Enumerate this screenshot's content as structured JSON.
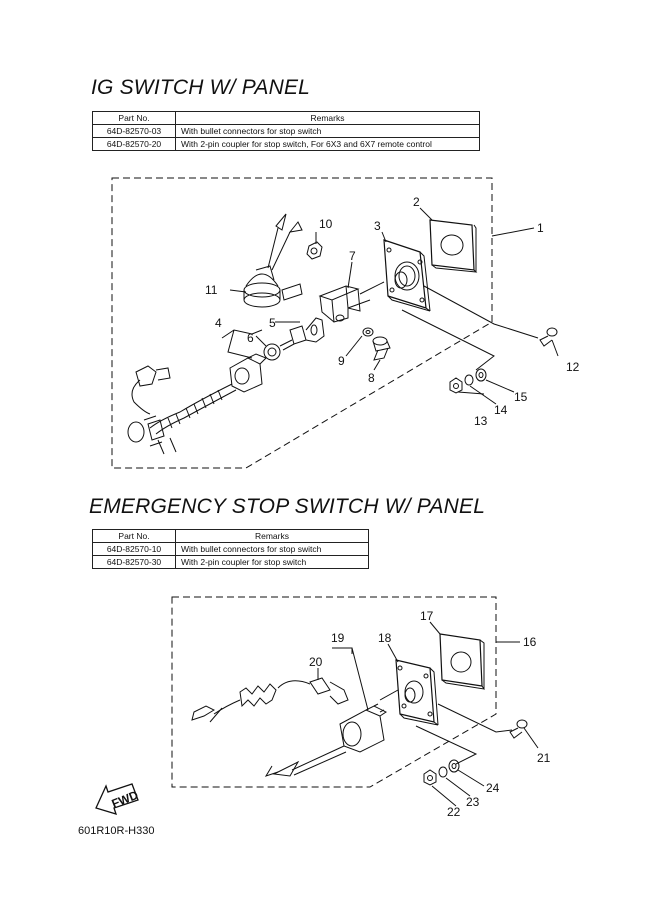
{
  "section1": {
    "title": "IG SWITCH W/ PANEL",
    "table": {
      "headers": [
        "Part No.",
        "Remarks"
      ],
      "rows": [
        {
          "part_no": "64D-82570-03",
          "remarks": "With bullet connectors for stop switch"
        },
        {
          "part_no": "64D-82570-20",
          "remarks": "With 2-pin coupler for stop switch, For 6X3 and 6X7 remote control"
        }
      ]
    },
    "callouts": [
      "1",
      "2",
      "3",
      "4",
      "5",
      "6",
      "7",
      "8",
      "9",
      "10",
      "11",
      "12",
      "13",
      "14",
      "15"
    ]
  },
  "section2": {
    "title": "EMERGENCY STOP SWITCH W/ PANEL",
    "table": {
      "headers": [
        "Part No.",
        "Remarks"
      ],
      "rows": [
        {
          "part_no": "64D-82570-10",
          "remarks": "With bullet connectors for stop switch"
        },
        {
          "part_no": "64D-82570-30",
          "remarks": "With 2-pin coupler for stop switch"
        }
      ]
    },
    "callouts": [
      "16",
      "17",
      "18",
      "19",
      "20",
      "21",
      "22",
      "23",
      "24"
    ]
  },
  "fwd_label": "FWD",
  "diagram_code": "601R10R-H330"
}
